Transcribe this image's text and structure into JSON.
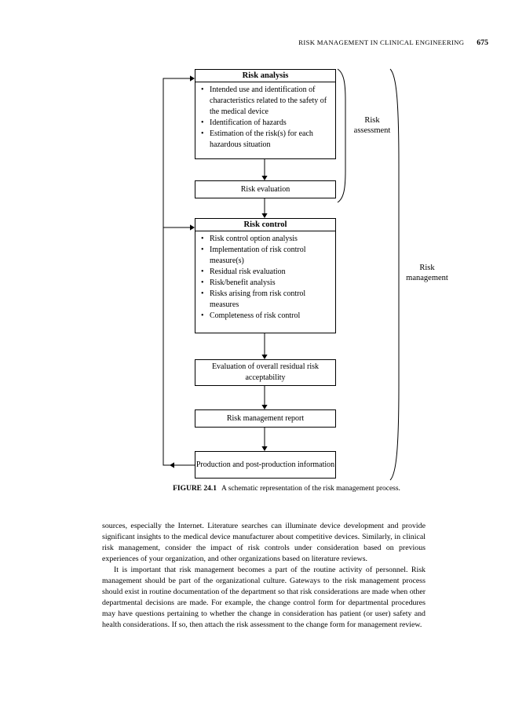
{
  "theme": {
    "ink": "#000000",
    "paper": "#ffffff"
  },
  "running_head": {
    "title": "RISK MANAGEMENT IN CLINICAL ENGINEERING",
    "page_number": "675"
  },
  "figure": {
    "caption": {
      "label": "FIGURE 24.1",
      "text": "A schematic representation of the risk management process."
    },
    "braces": {
      "assessment_label": "Risk assessment",
      "management_label": "Risk management"
    },
    "boxes": {
      "risk_analysis": {
        "title": "Risk analysis",
        "bullets": [
          "Intended use and identification of characteristics related to the safety of the medical device",
          "Identification of hazards",
          "Estimation of the risk(s) for each hazardous situation"
        ]
      },
      "risk_evaluation": {
        "label": "Risk evaluation"
      },
      "risk_control": {
        "title": "Risk control",
        "bullets": [
          "Risk control option analysis",
          "Implementation of risk control measure(s)",
          "Residual risk evaluation",
          "Risk/benefit analysis",
          "Risks arising from risk control measures",
          "Completeness of risk control"
        ]
      },
      "residual_risk": {
        "label": "Evaluation of overall residual risk acceptability"
      },
      "report": {
        "label": "Risk management report"
      },
      "production": {
        "label": "Production and post-production information"
      }
    }
  },
  "body": {
    "paragraph1": "sources, especially the Internet. Literature searches can illuminate device development and provide significant insights to the medical device manufacturer about competitive devices. Similarly, in clinical risk management, consider the impact of risk controls under consideration based on previous experiences of your organization, and other organizations based on literature reviews.",
    "paragraph2": "It is important that risk management becomes a part of the routine activity of personnel. Risk management should be part of the organizational culture. Gateways to the risk management process should exist in routine documentation of the department so that risk considerations are made when other departmental decisions are made. For example, the change control form for departmental procedures may have questions pertaining to whether the change in consideration has patient (or user) safety and health considerations. If so, then attach the risk assessment to the change form for management review."
  }
}
